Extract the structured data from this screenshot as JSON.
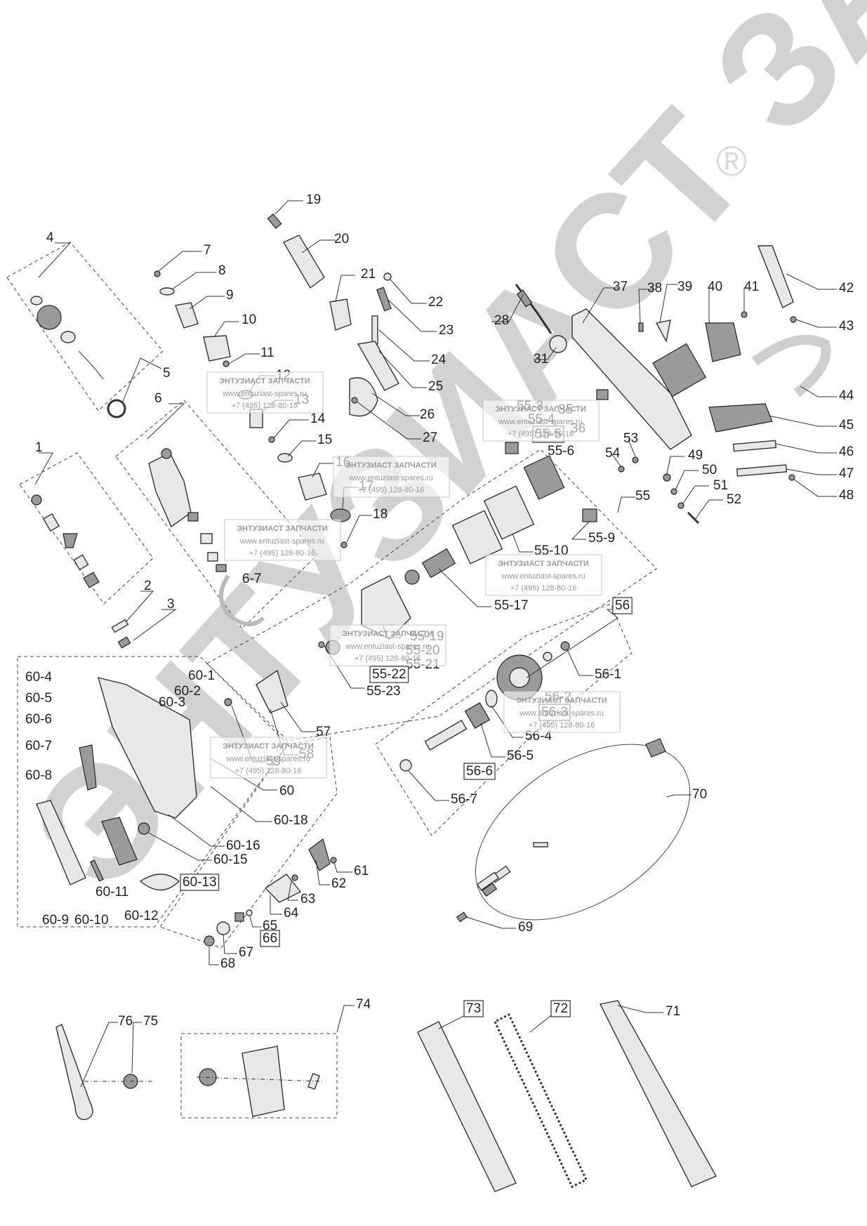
{
  "watermark": {
    "brand": "ЭНТУЗИАСТ ЗАПЧАСТИ",
    "big_text": "ЭНТУЗИАСТ ЗАПЧАСТИ",
    "site": "www.entuziast-spares.ru",
    "phone": "+7 (495) 128-80-16",
    "registered": "®"
  },
  "parts": [
    {
      "id": "p1",
      "label": "1",
      "boxed": false
    },
    {
      "id": "p2",
      "label": "2",
      "boxed": false
    },
    {
      "id": "p3",
      "label": "3",
      "boxed": false
    },
    {
      "id": "p4",
      "label": "4",
      "boxed": false
    },
    {
      "id": "p5",
      "label": "5",
      "boxed": false
    },
    {
      "id": "p6",
      "label": "6",
      "boxed": false
    },
    {
      "id": "p6_7",
      "label": "6-7",
      "boxed": false
    },
    {
      "id": "p7",
      "label": "7",
      "boxed": false
    },
    {
      "id": "p8",
      "label": "8",
      "boxed": false
    },
    {
      "id": "p9",
      "label": "9",
      "boxed": false
    },
    {
      "id": "p10",
      "label": "10",
      "boxed": false
    },
    {
      "id": "p11",
      "label": "11",
      "boxed": false
    },
    {
      "id": "p12",
      "label": "12",
      "boxed": false
    },
    {
      "id": "p13",
      "label": "13",
      "boxed": false
    },
    {
      "id": "p14",
      "label": "14",
      "boxed": false
    },
    {
      "id": "p15",
      "label": "15",
      "boxed": false
    },
    {
      "id": "p16",
      "label": "16",
      "boxed": false
    },
    {
      "id": "p17",
      "label": "17",
      "boxed": false
    },
    {
      "id": "p18",
      "label": "18",
      "boxed": false
    },
    {
      "id": "p19",
      "label": "19",
      "boxed": false
    },
    {
      "id": "p20",
      "label": "20",
      "boxed": false
    },
    {
      "id": "p21",
      "label": "21",
      "boxed": false
    },
    {
      "id": "p22",
      "label": "22",
      "boxed": false
    },
    {
      "id": "p23",
      "label": "23",
      "boxed": false
    },
    {
      "id": "p24",
      "label": "24",
      "boxed": false
    },
    {
      "id": "p25",
      "label": "25",
      "boxed": false
    },
    {
      "id": "p26",
      "label": "26",
      "boxed": false
    },
    {
      "id": "p27",
      "label": "27",
      "boxed": false
    },
    {
      "id": "p28",
      "label": "28",
      "boxed": false
    },
    {
      "id": "p31",
      "label": "31",
      "boxed": false
    },
    {
      "id": "p35",
      "label": "35",
      "boxed": false
    },
    {
      "id": "p36",
      "label": "36",
      "boxed": false
    },
    {
      "id": "p37",
      "label": "37",
      "boxed": false
    },
    {
      "id": "p38",
      "label": "38",
      "boxed": false
    },
    {
      "id": "p39",
      "label": "39",
      "boxed": false
    },
    {
      "id": "p40",
      "label": "40",
      "boxed": false
    },
    {
      "id": "p41",
      "label": "41",
      "boxed": false
    },
    {
      "id": "p42",
      "label": "42",
      "boxed": false
    },
    {
      "id": "p43",
      "label": "43",
      "boxed": false
    },
    {
      "id": "p44",
      "label": "44",
      "boxed": false
    },
    {
      "id": "p45",
      "label": "45",
      "boxed": false
    },
    {
      "id": "p46",
      "label": "46",
      "boxed": false
    },
    {
      "id": "p47",
      "label": "47",
      "boxed": false
    },
    {
      "id": "p48",
      "label": "48",
      "boxed": false
    },
    {
      "id": "p49",
      "label": "49",
      "boxed": false
    },
    {
      "id": "p50",
      "label": "50",
      "boxed": false
    },
    {
      "id": "p51",
      "label": "51",
      "boxed": false
    },
    {
      "id": "p52",
      "label": "52",
      "boxed": false
    },
    {
      "id": "p53",
      "label": "53",
      "boxed": false
    },
    {
      "id": "p54",
      "label": "54",
      "boxed": false
    },
    {
      "id": "p55",
      "label": "55",
      "boxed": false
    },
    {
      "id": "p55_3",
      "label": "55-3",
      "boxed": false
    },
    {
      "id": "p55_4",
      "label": "55-4",
      "boxed": false
    },
    {
      "id": "p55_5",
      "label": "55-5",
      "boxed": true
    },
    {
      "id": "p55_6",
      "label": "55-6",
      "boxed": false
    },
    {
      "id": "p55_9",
      "label": "55-9",
      "boxed": false
    },
    {
      "id": "p55_10",
      "label": "55-10",
      "boxed": false
    },
    {
      "id": "p55_17",
      "label": "55-17",
      "boxed": false
    },
    {
      "id": "p55_19",
      "label": "55-19",
      "boxed": false
    },
    {
      "id": "p55_20",
      "label": "55-20",
      "boxed": false
    },
    {
      "id": "p55_21",
      "label": "55-21",
      "boxed": false
    },
    {
      "id": "p55_22",
      "label": "55-22",
      "boxed": true
    },
    {
      "id": "p55_23",
      "label": "55-23",
      "boxed": false
    },
    {
      "id": "p56",
      "label": "56",
      "boxed": true
    },
    {
      "id": "p56_1",
      "label": "56-1",
      "boxed": false
    },
    {
      "id": "p56_2",
      "label": "56-2",
      "boxed": false
    },
    {
      "id": "p56_3",
      "label": "56-3",
      "boxed": true
    },
    {
      "id": "p56_4",
      "label": "56-4",
      "boxed": false
    },
    {
      "id": "p56_5",
      "label": "56-5",
      "boxed": false
    },
    {
      "id": "p56_6",
      "label": "56-6",
      "boxed": true
    },
    {
      "id": "p56_7",
      "label": "56-7",
      "boxed": false
    },
    {
      "id": "p57",
      "label": "57",
      "boxed": false
    },
    {
      "id": "p58",
      "label": "58",
      "boxed": false
    },
    {
      "id": "p59",
      "label": "59",
      "boxed": false
    },
    {
      "id": "p60",
      "label": "60",
      "boxed": false
    },
    {
      "id": "p60_1",
      "label": "60-1",
      "boxed": false
    },
    {
      "id": "p60_2",
      "label": "60-2",
      "boxed": false
    },
    {
      "id": "p60_3",
      "label": "60-3",
      "boxed": false
    },
    {
      "id": "p60_4",
      "label": "60-4",
      "boxed": false
    },
    {
      "id": "p60_5",
      "label": "60-5",
      "boxed": false
    },
    {
      "id": "p60_6",
      "label": "60-6",
      "boxed": false
    },
    {
      "id": "p60_7",
      "label": "60-7",
      "boxed": false
    },
    {
      "id": "p60_8",
      "label": "60-8",
      "boxed": false
    },
    {
      "id": "p60_9",
      "label": "60-9",
      "boxed": false
    },
    {
      "id": "p60_10",
      "label": "60-10",
      "boxed": false
    },
    {
      "id": "p60_11",
      "label": "60-11",
      "boxed": false
    },
    {
      "id": "p60_12",
      "label": "60-12",
      "boxed": false
    },
    {
      "id": "p60_13",
      "label": "60-13",
      "boxed": true
    },
    {
      "id": "p60_15",
      "label": "60-15",
      "boxed": false
    },
    {
      "id": "p60_16",
      "label": "60-16",
      "boxed": false
    },
    {
      "id": "p60_18",
      "label": "60-18",
      "boxed": false
    },
    {
      "id": "p61",
      "label": "61",
      "boxed": false
    },
    {
      "id": "p62",
      "label": "62",
      "boxed": false
    },
    {
      "id": "p63",
      "label": "63",
      "boxed": false
    },
    {
      "id": "p64",
      "label": "64",
      "boxed": false
    },
    {
      "id": "p65",
      "label": "65",
      "boxed": false
    },
    {
      "id": "p66",
      "label": "66",
      "boxed": true
    },
    {
      "id": "p67",
      "label": "67",
      "boxed": false
    },
    {
      "id": "p68",
      "label": "68",
      "boxed": false
    },
    {
      "id": "p69",
      "label": "69",
      "boxed": false
    },
    {
      "id": "p70",
      "label": "70",
      "boxed": false
    },
    {
      "id": "p71",
      "label": "71",
      "boxed": false
    },
    {
      "id": "p72",
      "label": "72",
      "boxed": true
    },
    {
      "id": "p73",
      "label": "73",
      "boxed": true
    },
    {
      "id": "p74",
      "label": "74",
      "boxed": false
    },
    {
      "id": "p75",
      "label": "75",
      "boxed": false
    },
    {
      "id": "p76",
      "label": "76",
      "boxed": false
    }
  ]
}
